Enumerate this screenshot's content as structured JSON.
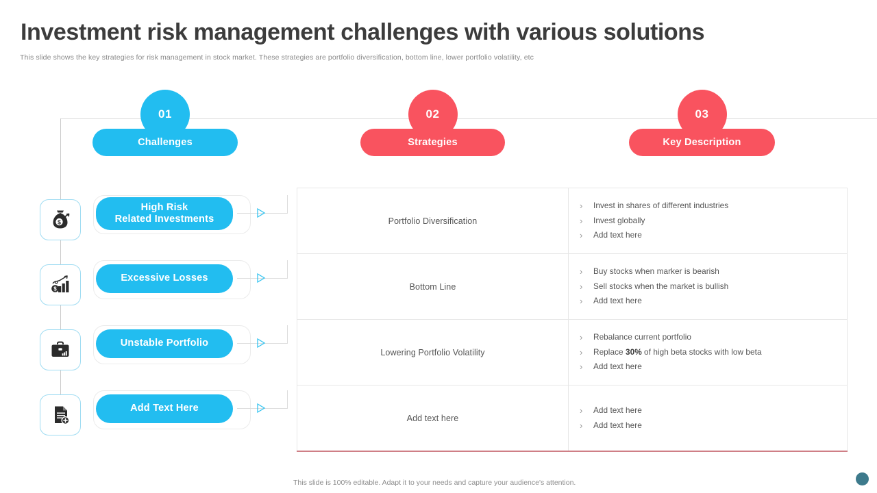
{
  "slide": {
    "title": "Investment risk management challenges with various solutions",
    "subtitle": "This slide shows the key strategies for risk management in stock market. These strategies are portfolio diversification, bottom line, lower portfolio volatility, etc",
    "footer_note": "This slide is 100% editable. Adapt it to your needs and capture your audience's attention."
  },
  "colors": {
    "cyan": "#22bdf0",
    "red": "#f9535f",
    "rule": "#dcdcdc",
    "table_bottom_accent": "#cf7f86",
    "corner_dot": "#3d7a8c"
  },
  "column_headers": [
    {
      "number": "01",
      "label": "Challenges",
      "color": "#22bdf0"
    },
    {
      "number": "02",
      "label": "Strategies",
      "color": "#f9535f"
    },
    {
      "number": "03",
      "label": "Key Description",
      "color": "#f9535f"
    }
  ],
  "challenges": [
    {
      "icon": "money-bag-icon",
      "line1": "High Risk",
      "line2": "Related Investments"
    },
    {
      "icon": "bar-chart-growth-icon",
      "line1": "Excessive Losses",
      "line2": ""
    },
    {
      "icon": "briefcase-icon",
      "line1": "Unstable Portfolio",
      "line2": ""
    },
    {
      "icon": "document-add-icon",
      "line1": "Add  Text Here",
      "line2": ""
    }
  ],
  "matrix": {
    "rows": [
      {
        "strategy": "Portfolio Diversification",
        "points": [
          {
            "text": "Invest in shares of different industries"
          },
          {
            "text": "Invest globally"
          },
          {
            "text": "Add text here"
          }
        ]
      },
      {
        "strategy": "Bottom Line",
        "points": [
          {
            "text": "Buy stocks when marker is bearish"
          },
          {
            "text": "Sell stocks when the market is bullish"
          },
          {
            "text": "Add text here"
          }
        ]
      },
      {
        "strategy": "Lowering Portfolio Volatility",
        "points": [
          {
            "text": "Rebalance current portfolio"
          },
          {
            "pre": "Replace ",
            "bold": "30%",
            "post": " of high beta stocks with low beta"
          },
          {
            "text": "Add text here"
          }
        ]
      },
      {
        "strategy": "Add text here",
        "points": [
          {
            "text": "Add text here"
          },
          {
            "text": "Add text here"
          }
        ]
      }
    ]
  }
}
